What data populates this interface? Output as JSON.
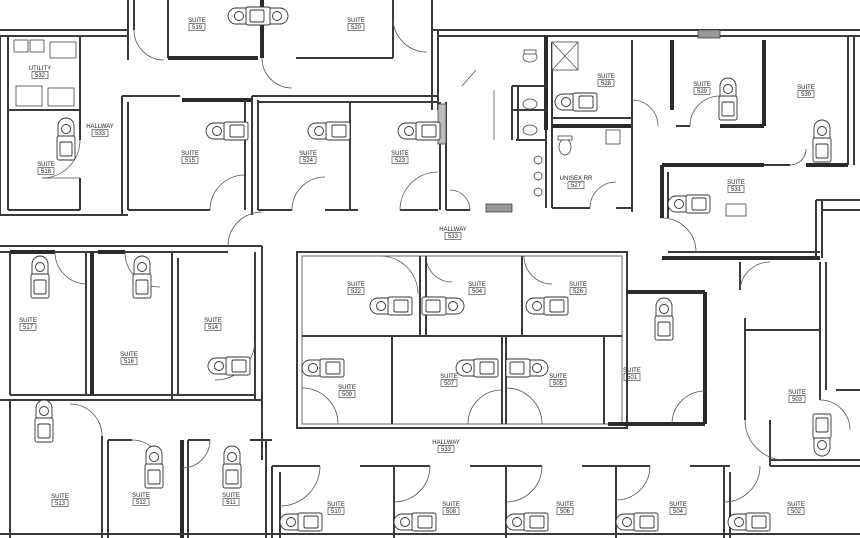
{
  "rooms": [
    {
      "id": "s519",
      "name": "SUITE",
      "num": "519"
    },
    {
      "id": "s520",
      "name": "SUITE",
      "num": "520"
    },
    {
      "id": "utility",
      "name": "UTILITY",
      "num": "532"
    },
    {
      "id": "s518",
      "name": "SUITE",
      "num": "518"
    },
    {
      "id": "hallway533",
      "name": "HALLWAY",
      "num": "533"
    },
    {
      "id": "s515",
      "name": "SUITE",
      "num": "515"
    },
    {
      "id": "s524",
      "name": "SUITE",
      "num": "524"
    },
    {
      "id": "s523",
      "name": "SUITE",
      "num": "523"
    },
    {
      "id": "s528",
      "name": "SUITE",
      "num": "528"
    },
    {
      "id": "s529",
      "name": "SUITE",
      "num": "529"
    },
    {
      "id": "s530",
      "name": "SUITE",
      "num": "530"
    },
    {
      "id": "unisex",
      "name": "UNISEX RR",
      "num": "527"
    },
    {
      "id": "s531",
      "name": "SUITE",
      "num": "531"
    },
    {
      "id": "hallway533b",
      "name": "HALLWAY",
      "num": "533"
    },
    {
      "id": "s517",
      "name": "SUITE",
      "num": "517"
    },
    {
      "id": "s516",
      "name": "SUITE",
      "num": "516"
    },
    {
      "id": "s514",
      "name": "SUITE",
      "num": "514"
    },
    {
      "id": "s522",
      "name": "SUITE",
      "num": "522"
    },
    {
      "id": "s504",
      "name": "SUITE",
      "num": "504"
    },
    {
      "id": "s526",
      "name": "SUITE",
      "num": "526"
    },
    {
      "id": "s509",
      "name": "SUITE",
      "num": "509"
    },
    {
      "id": "s507",
      "name": "SUITE",
      "num": "507"
    },
    {
      "id": "s505",
      "name": "SUITE",
      "num": "505"
    },
    {
      "id": "s501",
      "name": "SUITE",
      "num": "501"
    },
    {
      "id": "s503",
      "name": "SUITE",
      "num": "503"
    },
    {
      "id": "hallway533c",
      "name": "HALLWAY",
      "num": "533"
    },
    {
      "id": "s513",
      "name": "SUITE",
      "num": "513"
    },
    {
      "id": "s512",
      "name": "SUITE",
      "num": "512"
    },
    {
      "id": "s511",
      "name": "SUITE",
      "num": "511"
    },
    {
      "id": "s510",
      "name": "SUITE",
      "num": "510"
    },
    {
      "id": "s508",
      "name": "SUITE",
      "num": "508"
    },
    {
      "id": "s506",
      "name": "SUITE",
      "num": "506"
    },
    {
      "id": "s504b",
      "name": "SUITE",
      "num": "504"
    },
    {
      "id": "s502",
      "name": "SUITE",
      "num": "502"
    }
  ]
}
